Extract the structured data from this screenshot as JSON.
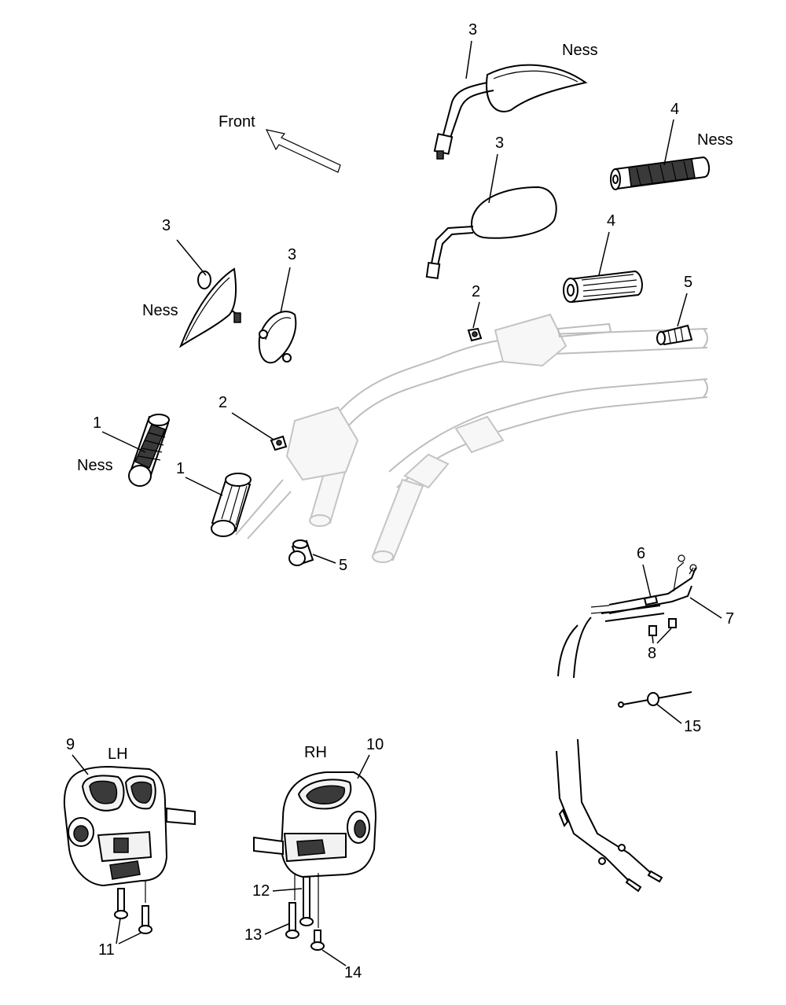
{
  "labels": {
    "front": "Front",
    "ness_mirror_top": "Ness",
    "ness_grip_right": "Ness",
    "ness_mirror_left": "Ness",
    "ness_grip_left": "Ness",
    "lh": "LH",
    "rh": "RH"
  },
  "callouts": {
    "c3_top": "3",
    "c3_mid": "3",
    "c3_left_a": "3",
    "c3_left_b": "3",
    "c4_top": "4",
    "c4_mid": "4",
    "c5_right": "5",
    "c5_left": "5",
    "c2_right": "2",
    "c2_left": "2",
    "c1_ness": "1",
    "c1_std": "1",
    "c6": "6",
    "c7": "7",
    "c8": "8",
    "c15": "15",
    "c9": "9",
    "c10": "10",
    "c11": "11",
    "c12": "12",
    "c13": "13",
    "c14": "14"
  }
}
